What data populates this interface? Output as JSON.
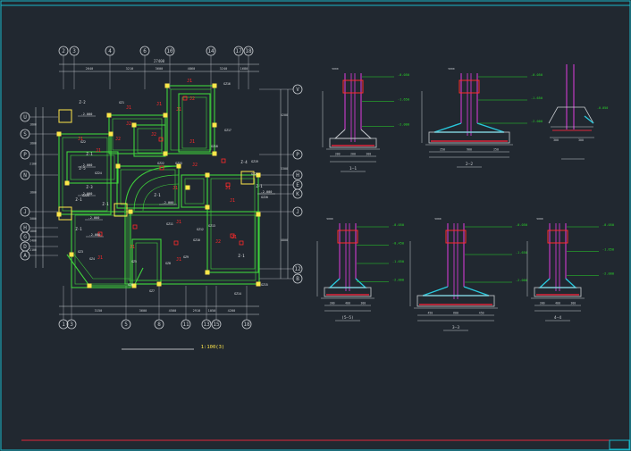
{
  "colors": {
    "bg": "#212830",
    "frame": "#19b6c8",
    "axis": "#c8ccd0",
    "beam": "#3fd23c",
    "col": "#ffe64a",
    "tag": "#ff2a2a",
    "section": "#e13ce0",
    "conc": "#28c8dc",
    "elev": "#29d829",
    "bottom": "#e0263a"
  },
  "plan": {
    "top_axes": [
      "2",
      "3",
      "4",
      "6",
      "10",
      "14",
      "17",
      "18"
    ],
    "bottom_axes": [
      "1",
      "3",
      "5",
      "8",
      "11",
      "13",
      "15",
      "18"
    ],
    "left_axes": [
      "U",
      "S",
      "P",
      "N",
      "J",
      "H",
      "G",
      "D",
      "A"
    ],
    "right_axes": [
      "V",
      "P",
      "H",
      "E",
      "K",
      "J",
      "12",
      "B"
    ],
    "top_dims": [
      "2640",
      "3210",
      "3600",
      "4860",
      "3240",
      "1680"
    ],
    "bottom_dims": [
      "3150",
      "3600",
      "4500",
      "2910",
      "1050",
      "4200"
    ],
    "top_total": "27400",
    "left_dims": [
      "1800",
      "1800",
      "2100",
      "1800",
      "3000",
      "1800",
      "2400",
      "2100"
    ],
    "right_dims": [
      "4200",
      "3300",
      "4800"
    ],
    "scale": "1:100(3)",
    "beam_tags": [
      "Z-2",
      "Z-1",
      "Z-3",
      "Z-1",
      "Z-1",
      "Z-4",
      "Z-1",
      "Z-5",
      "Z-1",
      "Z-1",
      "Z-1"
    ],
    "girder_tags": [
      "GZ1",
      "GZ2",
      "GZ3",
      "GZ4",
      "GZ5",
      "GZ6",
      "GZ7",
      "GZ8",
      "GZ9",
      "GZ10",
      "GZ11",
      "GZ12",
      "GZ13",
      "GZ14",
      "GZ15",
      "GZ16",
      "GZ17",
      "GZ18",
      "GZ19",
      "GZ20",
      "GZ21",
      "GZ22",
      "GZ23",
      "GZ24",
      "GZ25"
    ],
    "elev_tags": [
      "-2.000",
      "-2.000",
      "-2.000",
      "-2.000",
      "-2.000",
      "-2.000",
      "-2.000"
    ],
    "cell_tags": [
      "J1",
      "J2",
      "J1",
      "J1",
      "J1",
      "J2",
      "J2",
      "J1",
      "J1",
      "J2",
      "J1",
      "J2",
      "J1",
      "J1",
      "J1",
      "J1",
      "J1",
      "J2",
      "J1",
      "J1",
      "J1"
    ]
  },
  "sections": [
    {
      "label": "1—1",
      "levels": [
        "-0.050",
        "-1.650",
        "-2.000"
      ],
      "dims": [
        "300",
        "200",
        "300"
      ]
    },
    {
      "label": "2—2",
      "levels": [
        "-0.050",
        "-1.650",
        "-2.000"
      ],
      "dims": [
        "250",
        "900",
        "250"
      ]
    },
    {
      "label": "",
      "levels": [
        "-0.050"
      ],
      "dims": [
        "300",
        "300"
      ]
    },
    {
      "label": "(5—5)",
      "levels": [
        "-0.050",
        "-0.450",
        "-1.650",
        "-2.000"
      ],
      "dims": [
        "300",
        "400",
        "300"
      ]
    },
    {
      "label": "3—3",
      "levels": [
        "-0.050",
        "-1.650",
        "-2.000"
      ],
      "dims": [
        "450",
        "600",
        "450"
      ]
    },
    {
      "label": "4—4",
      "levels": [
        "-0.050",
        "-1.650",
        "-2.000"
      ],
      "dims": [
        "300",
        "400",
        "300"
      ]
    }
  ]
}
